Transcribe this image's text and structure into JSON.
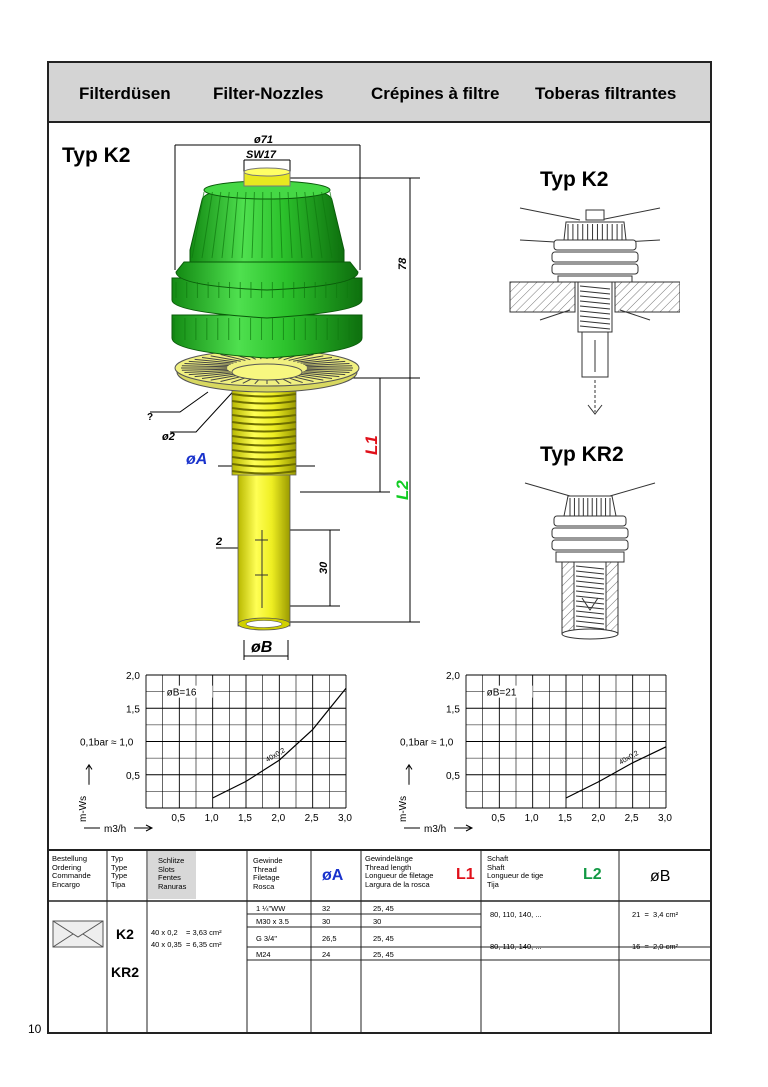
{
  "header": {
    "titles": [
      "Filterdüsen",
      "Filter-Nozzles",
      "Crépines à filtre",
      "Toberas filtrantes"
    ]
  },
  "drawing": {
    "type_label_main": "Typ  K2",
    "type_label_right_top": "Typ  K2",
    "type_label_right_bottom": "Typ  KR2",
    "dim_diameter": "ø71",
    "dim_wrench": "SW17",
    "dim_height": "78",
    "dim_slot_width": "2",
    "dim_slot_len": "30",
    "label_question": "?",
    "label_o2": "ø2",
    "label_oA": "øA",
    "label_oB": "øB",
    "label_L1": "L1",
    "label_L2": "L2"
  },
  "chart_data": [
    {
      "type": "line",
      "legend": "øB=16",
      "curve_label": "40x0,2",
      "x_ticks": [
        "0,5",
        "1,0",
        "1,5",
        "2,0",
        "2,5",
        "3,0"
      ],
      "y_ticks": [
        "0,5",
        "1,0",
        "1,5",
        "2,0"
      ],
      "y_ref_label": "0,1bar ≈ 1,0",
      "xlabel": "m3/h",
      "ylabel": "m-Ws",
      "xlim": [
        0,
        3.0
      ],
      "ylim": [
        0,
        2.0
      ],
      "x": [
        1.0,
        1.5,
        2.0,
        2.5,
        3.0
      ],
      "y": [
        0.15,
        0.4,
        0.72,
        1.18,
        1.8
      ]
    },
    {
      "type": "line",
      "legend": "øB=21",
      "curve_label": "40x0,2",
      "x_ticks": [
        "0,5",
        "1,0",
        "1,5",
        "2,0",
        "2,5",
        "3,0"
      ],
      "y_ticks": [
        "0,5",
        "1,0",
        "1,5",
        "2,0"
      ],
      "y_ref_label": "0,1bar ≈ 1,0",
      "xlabel": "m3/h",
      "ylabel": "m-Ws",
      "xlim": [
        0,
        3.0
      ],
      "ylim": [
        0,
        2.0
      ],
      "x": [
        1.5,
        2.0,
        2.5,
        3.0
      ],
      "y": [
        0.15,
        0.4,
        0.68,
        0.92
      ]
    }
  ],
  "table": {
    "col_ordering": "Bestellung\nOrdering\nCommande\nEncargo",
    "col_type": "Typ\nType\nType\nTipa",
    "col_slots": "Schlitze\nSlots\nFentes\nRanuras",
    "col_thread": "Gewinde\nThread\nFiletage\nRosca",
    "col_oA": "øA",
    "col_thread_length": "Gewindelänge\nThread length\nLongueur de filetage\nLargura de la rosca",
    "col_L1": "L1",
    "col_shaft": "Schaft\nShaft\nLongueur de tige\nTija",
    "col_L2": "L2",
    "col_oB": "øB",
    "types": [
      "K2",
      "KR2"
    ],
    "slots": [
      "40 x 0,2    = 3,63 cm²",
      "40 x 0,35  = 6,35 cm²"
    ],
    "rows": [
      {
        "thread": "1 ¼\"WW",
        "oA": "32",
        "length": "25, 45"
      },
      {
        "thread": "M30 x 3.5",
        "oA": "30",
        "length": "30"
      },
      {
        "thread": "G 3/4\"",
        "oA": "26,5",
        "length": "25, 45"
      },
      {
        "thread": "M24",
        "oA": "24",
        "length": "25, 45"
      }
    ],
    "shaft": [
      "80, 110, 140, ...",
      "80, 110, 140, ..."
    ],
    "oB": [
      "21  =  3,4 cm²",
      "16  =  2,0 cm²"
    ]
  },
  "page_number": "10"
}
